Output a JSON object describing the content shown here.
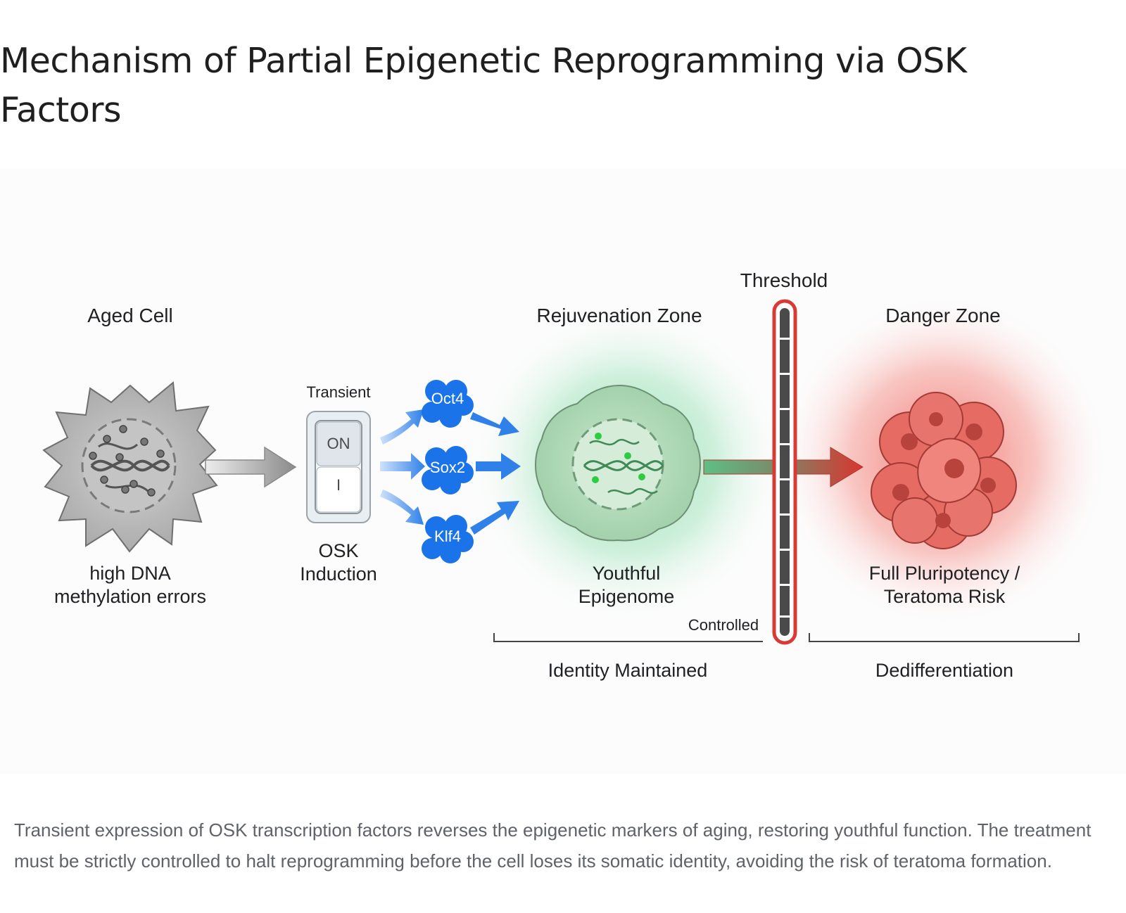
{
  "title": "Mechanism of Partial Epigenetic Reprogramming via OSK Factors",
  "diagram": {
    "aged_cell": {
      "label": "Aged Cell",
      "caption_line1": "high DNA",
      "caption_line2": "methylation errors"
    },
    "switch": {
      "top_label": "Transient",
      "on_text": "ON",
      "off_text": "I",
      "caption_line1": "OSK",
      "caption_line2": "Induction"
    },
    "factors": [
      {
        "label": "Oct4"
      },
      {
        "label": "Sox2"
      },
      {
        "label": "Klf4"
      }
    ],
    "rejuvenation": {
      "label": "Rejuvenation Zone",
      "caption_line1": "Youthful",
      "caption_line2": "Epigenome",
      "controlled": "Controlled",
      "bracket_label": "Identity Maintained"
    },
    "threshold": {
      "label": "Threshold"
    },
    "danger": {
      "label": "Danger Zone",
      "caption_line1": "Full Pluripotency /",
      "caption_line2": "Teratoma Risk",
      "bracket_label": "Dedifferentiation"
    },
    "colors": {
      "factor_blue": "#1a73e8",
      "arrow_blue": "#2f80e8",
      "green_glow": "#7fd9a4",
      "red_glow": "#f06a62",
      "threshold_red": "#d93b34",
      "gray_cell": "#b9b9b9"
    }
  },
  "caption": "Transient expression of OSK transcription factors reverses the epigenetic markers of aging, restoring youthful function. The treatment must be strictly controlled to halt reprogramming before the cell loses its somatic identity, avoiding the risk of teratoma formation."
}
